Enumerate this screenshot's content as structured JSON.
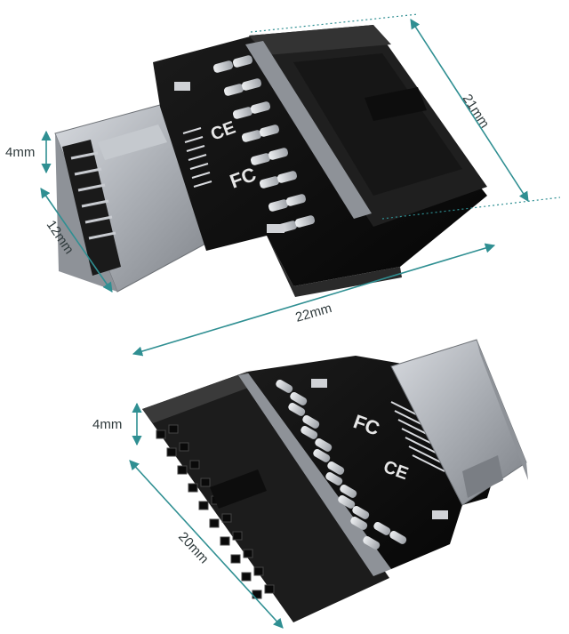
{
  "image": {
    "subject": "usb-header-adapter-product-photo",
    "background_color": "#ffffff",
    "accent_color": "#2f8f92",
    "pcb_color": "#111111",
    "gold_color": "#c9cdd2",
    "metal_color": "#a9adb3"
  },
  "dimensions": {
    "top_width": "21mm",
    "top_height": "4mm",
    "top_depth": "12mm",
    "top_length": "22mm",
    "bottom_height": "4mm",
    "bottom_length": "20mm"
  },
  "markings": {
    "fcc": "FC",
    "ce": "CE"
  }
}
